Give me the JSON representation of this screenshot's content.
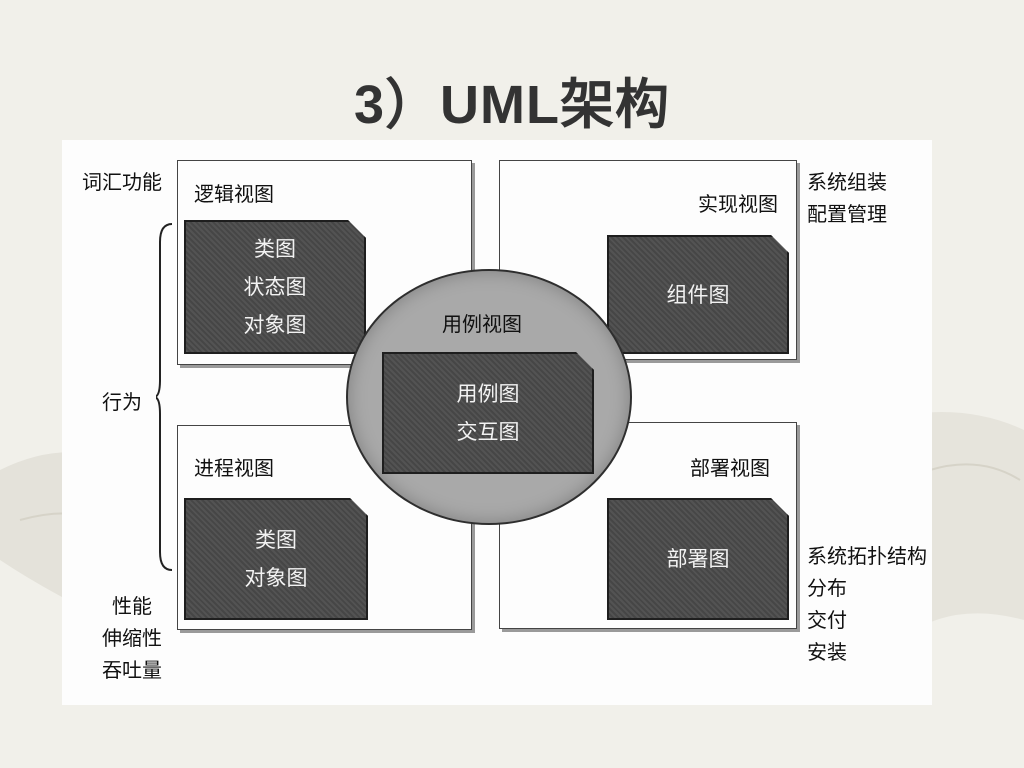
{
  "slide": {
    "title": "3）UML架构"
  },
  "views": {
    "logical": {
      "label": "逻辑视图",
      "items": [
        "类图",
        "状态图",
        "对象图"
      ]
    },
    "implementation": {
      "label": "实现视图",
      "items": [
        "组件图"
      ]
    },
    "use_case": {
      "label": "用例视图",
      "items": [
        "用例图",
        "交互图"
      ]
    },
    "process": {
      "label": "进程视图",
      "items": [
        "类图",
        "对象图"
      ]
    },
    "deployment": {
      "label": "部署视图",
      "items": [
        "部署图"
      ]
    }
  },
  "annotations": {
    "vocabulary": "词汇功能",
    "behavior": "行为",
    "performance": [
      "性能",
      "伸缩性",
      "吞吐量"
    ],
    "assembly": [
      "系统组装",
      "配置管理"
    ],
    "topology": [
      "系统拓扑结构",
      "分布",
      "交付",
      "安装"
    ]
  },
  "colors": {
    "background": "#f1f0ea",
    "note_fill": "#4a4a4a",
    "ellipse_fill": "#a9a9a9"
  }
}
